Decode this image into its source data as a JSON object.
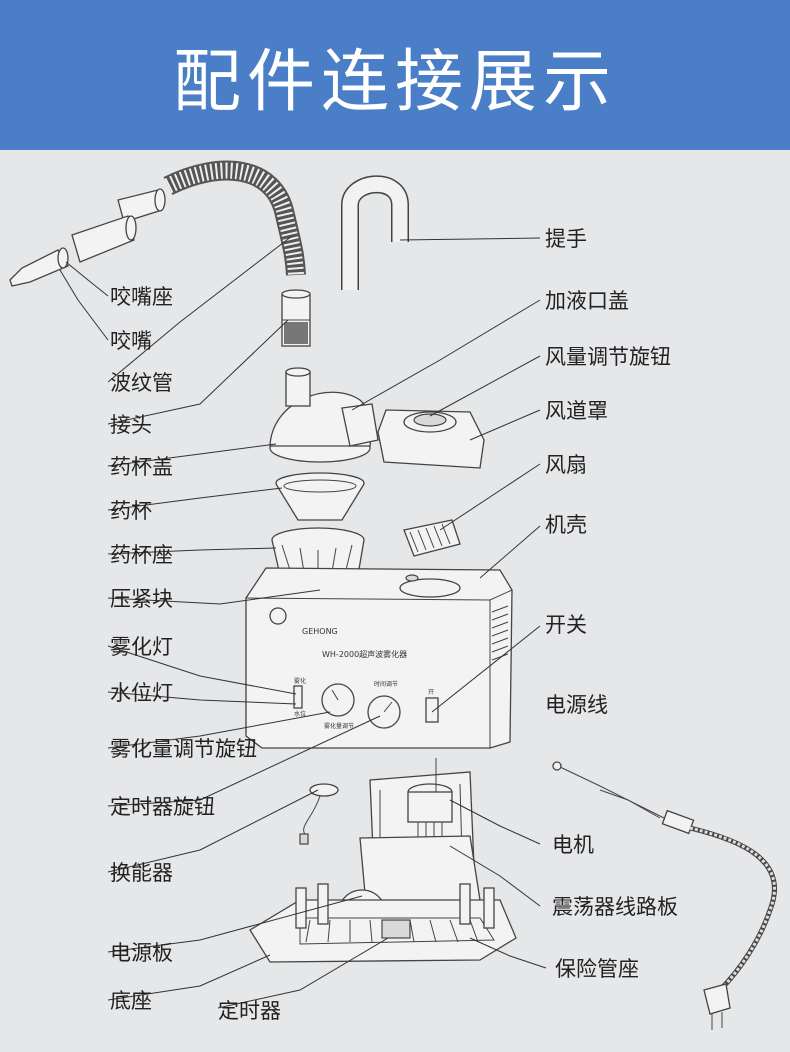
{
  "title": "配件连接展示",
  "device_texts": {
    "brand": "GEHONG",
    "model": "WH-2000超声波雾化器",
    "lamp_top": "雾化",
    "lamp_bottom": "水位",
    "knob_left": "雾化量调节",
    "knob_right": "时间调节",
    "switch_label": "开"
  },
  "labels_left": [
    "咬嘴座",
    "咬嘴",
    "波纹管",
    "接头",
    "药杯盖",
    "药杯",
    "药杯座",
    "压紧块",
    "雾化灯",
    "水位灯",
    "雾化量调节旋钮",
    "定时器旋钮",
    "换能器",
    "电源板",
    "底座"
  ],
  "labels_bottom": [
    "定时器"
  ],
  "labels_right": [
    "提手",
    "加液口盖",
    "风量调节旋钮",
    "风道罩",
    "风扇",
    "机壳",
    "开关",
    "电源线",
    "电机",
    "震荡器线路板",
    "保险管座"
  ]
}
